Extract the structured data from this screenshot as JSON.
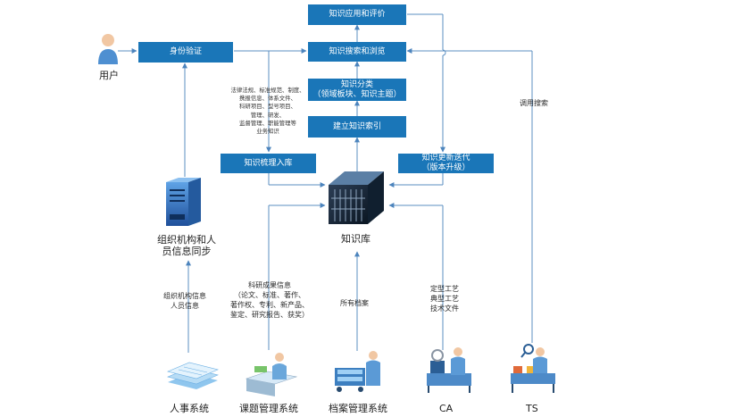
{
  "colors": {
    "box": "#1a76b8",
    "line": "#5b8fc2",
    "accent": "#2a7bbf"
  },
  "boxes": {
    "apply": "知识应用和评价",
    "search": "知识搜索和浏览",
    "auth": "身份验证",
    "classify_line1": "知识分类",
    "classify_line2": "（领域板块、知识主题）",
    "index": "建立知识索引",
    "intake": "知识梳理入库",
    "update_line1": "知识更新迭代",
    "update_line2": "（版本升级）"
  },
  "nodes": {
    "user": "用户",
    "kb": "知识库",
    "org_sync_line1": "组织机构和人",
    "org_sync_line2": "员信息同步",
    "hr": "人事系统",
    "topic": "课题管理系统",
    "archive": "档案管理系统",
    "ca": "CA",
    "ts": "TS"
  },
  "labels": {
    "notes": [
      "法律法规、标准规范、制度、",
      "携报信息、体系文件、",
      "科研项目、型号项目、",
      "管理、研发、",
      "监督管理、职能管理等",
      "业务知识"
    ],
    "org_info_line1": "组织机构信息",
    "org_info_line2": "人员信息",
    "research_line1": "科研成果信息",
    "research_line2": "（论文、标准、著作、",
    "research_line3": "著作权、专利、新产品、",
    "research_line4": "鉴定、研究报告、获奖）",
    "all_archives": "所有档案",
    "craft_line1": "定型工艺",
    "craft_line2": "典型工艺",
    "craft_line3": "技术文件",
    "call_search": "调用搜索"
  }
}
